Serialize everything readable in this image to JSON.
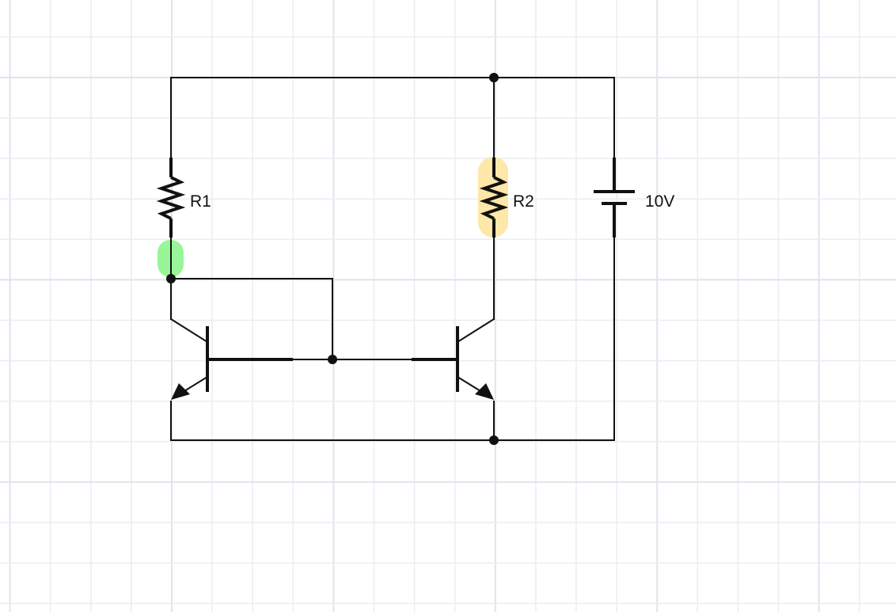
{
  "canvas": {
    "background": "#ffffff",
    "grid_minor_color": "#ececf4",
    "grid_major_color": "#e2e2ee"
  },
  "components": {
    "r1": {
      "label": "R1"
    },
    "r2": {
      "label": "R2"
    },
    "battery": {
      "label": "10V"
    }
  },
  "colors": {
    "wire": "#111111",
    "highlight_green": "#98f598",
    "highlight_yellow": "#fde7a9"
  }
}
